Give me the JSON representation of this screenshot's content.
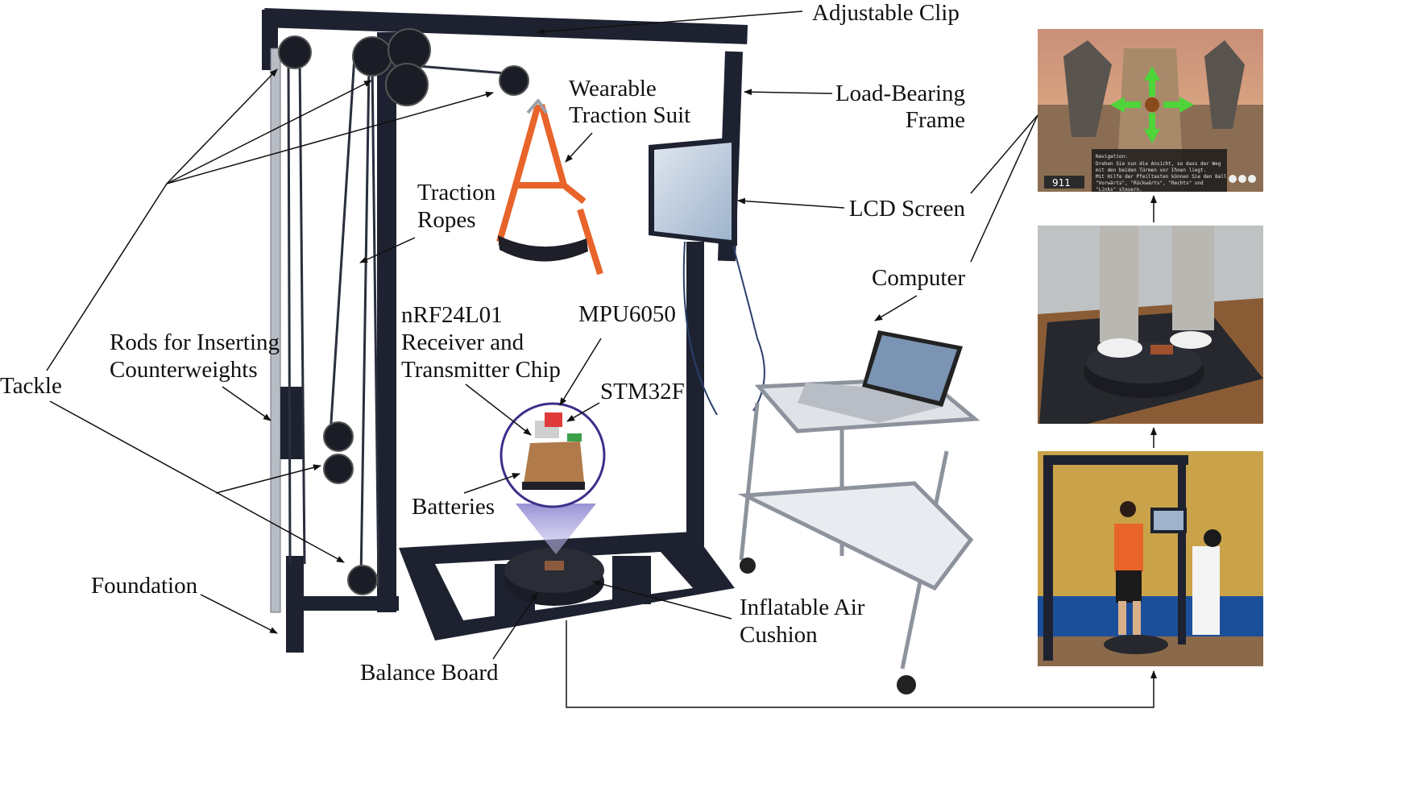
{
  "labels": {
    "adjustable_clip": "Adjustable Clip",
    "wearable_line1": "Wearable",
    "wearable_line2": "Traction Suit",
    "load_bearing_line1": "Load-Bearing",
    "load_bearing_line2": "Frame",
    "traction_ropes_line1": "Traction",
    "traction_ropes_line2": "Ropes",
    "lcd_screen": "LCD Screen",
    "computer": "Computer",
    "tackle": "Tackle",
    "rods_line1": "Rods for Inserting",
    "rods_line2": "Counterweights",
    "nrf_line1": "nRF24L01",
    "nrf_line2": "Receiver and",
    "nrf_line3": "Transmitter Chip",
    "mpu": "MPU6050",
    "stm": "STM32F",
    "batteries": "Batteries",
    "foundation": "Foundation",
    "inflatable_line1": "Inflatable Air",
    "inflatable_line2": "Cushion",
    "balance_board": "Balance Board"
  },
  "game_panel": {
    "score": "911",
    "nav_text_lines": [
      "Navigation:",
      "Drehen Sie nun die Ansicht, so dass der Weg",
      "mit den beiden Türmen vor Ihnen liegt.",
      "Mit Hilfe der Pfeiltasten können Sie den Ball",
      "\"Vorwärts\", \"Rückwärts\", \"Rechts\" und",
      "\"Links\" steuern."
    ]
  },
  "colors": {
    "frame": "#1e2230",
    "harness": "#e8642a",
    "arrow_green": "#4fd43a",
    "wall_yellow": "#c9a24a",
    "floor_blue": "#1c4f9a"
  }
}
